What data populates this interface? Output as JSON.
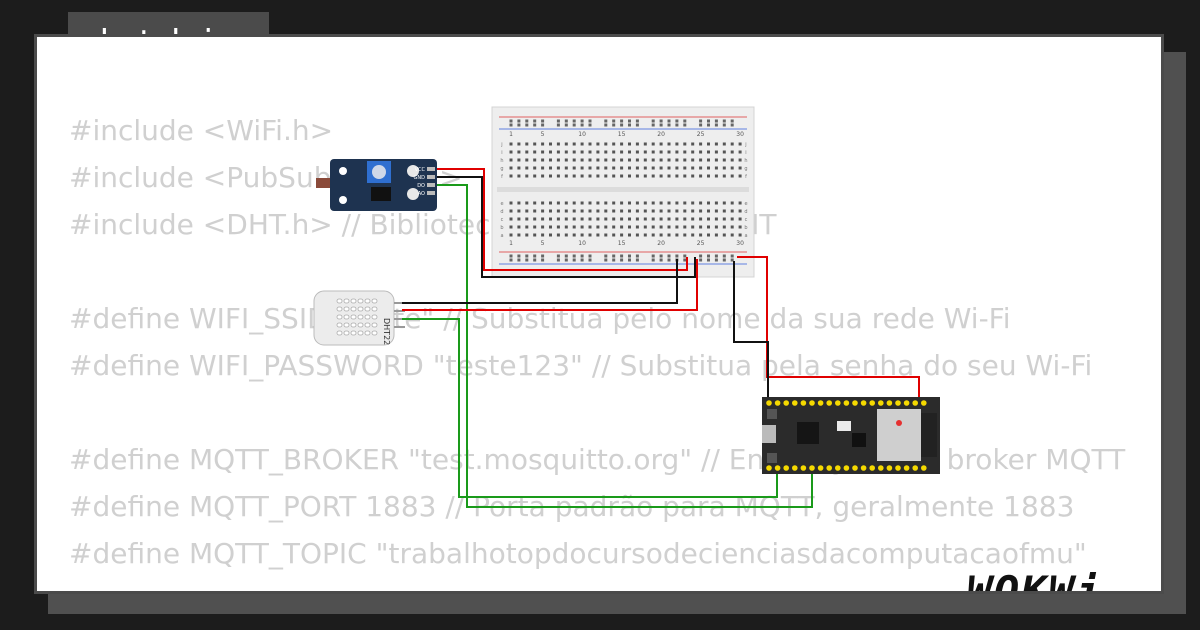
{
  "tab": {
    "title": "sketch.ino"
  },
  "code_lines": [
    "#include <WiFi.h>",
    "#include <PubSubClient.h>",
    "#include <DHT.h> // Biblioteca para o sensor DHT",
    "",
    "#define WIFI_SSID \"teste\" // Substitua pelo nome da sua rede Wi-Fi",
    "#define WIFI_PASSWORD \"teste123\" // Substitua pela senha do seu Wi-Fi",
    "",
    "#define MQTT_BROKER \"test.mosquitto.org\" // Endereço IP do broker MQTT",
    "#define MQTT_PORT 1883 // Porta padrão para MQTT, geralmente 1883",
    "#define MQTT_TOPIC \"trabalhotopdocursodecienciasdacomputacaofmu\""
  ],
  "breadboard": {
    "column_labels": [
      "1",
      "5",
      "10",
      "15",
      "20",
      "25",
      "30"
    ],
    "row_labels_top": [
      "j",
      "i",
      "h",
      "g",
      "f"
    ],
    "row_labels_bottom": [
      "e",
      "d",
      "c",
      "b",
      "a"
    ]
  },
  "dht_sensor": {
    "label": "DHT22"
  },
  "ldr_module": {
    "pin_labels": [
      "VCC",
      "GND",
      "DO",
      "AO"
    ]
  },
  "logo": {
    "text": "WOKWi"
  },
  "colors": {
    "wire_red": "#e00000",
    "wire_black": "#111111",
    "wire_green": "#1a9a1a",
    "breadboard": "#eeeeee",
    "module_blue": "#1e3350",
    "esp32_board": "#2b2b2b"
  }
}
